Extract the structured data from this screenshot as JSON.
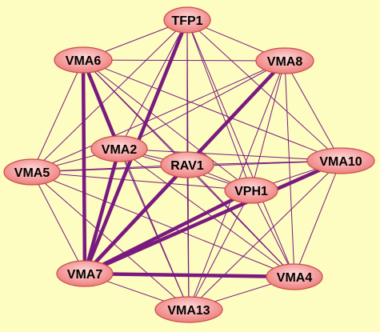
{
  "colors": {
    "background": "#fdfcc1",
    "edge": "#7a1a80",
    "node_fill_light": "#ffd9d9",
    "node_fill_dark": "#ee7d7d",
    "node_stroke": "#cc4b4b",
    "label": "#000000"
  },
  "nodes": [
    {
      "id": "TFP1",
      "label": "TFP1"
    },
    {
      "id": "VMA6",
      "label": "VMA6"
    },
    {
      "id": "VMA8",
      "label": "VMA8"
    },
    {
      "id": "VMA2",
      "label": "VMA2"
    },
    {
      "id": "RAV1",
      "label": "RAV1"
    },
    {
      "id": "VMA10",
      "label": "VMA10"
    },
    {
      "id": "VMA5",
      "label": "VMA5"
    },
    {
      "id": "VPH1",
      "label": "VPH1"
    },
    {
      "id": "VMA7",
      "label": "VMA7"
    },
    {
      "id": "VMA4",
      "label": "VMA4"
    },
    {
      "id": "VMA13",
      "label": "VMA13"
    }
  ],
  "edges": [
    {
      "source": "TFP1",
      "target": "VMA6",
      "weight": "thin"
    },
    {
      "source": "TFP1",
      "target": "VMA8",
      "weight": "thin"
    },
    {
      "source": "TFP1",
      "target": "VMA2",
      "weight": "thin"
    },
    {
      "source": "TFP1",
      "target": "RAV1",
      "weight": "thin"
    },
    {
      "source": "TFP1",
      "target": "VMA10",
      "weight": "thin"
    },
    {
      "source": "TFP1",
      "target": "VMA5",
      "weight": "thin"
    },
    {
      "source": "TFP1",
      "target": "VPH1",
      "weight": "thin"
    },
    {
      "source": "TFP1",
      "target": "VMA7",
      "weight": "thick"
    },
    {
      "source": "TFP1",
      "target": "VMA4",
      "weight": "thin"
    },
    {
      "source": "TFP1",
      "target": "VMA13",
      "weight": "thin"
    },
    {
      "source": "VMA6",
      "target": "VMA8",
      "weight": "thin"
    },
    {
      "source": "VMA6",
      "target": "VMA2",
      "weight": "thick"
    },
    {
      "source": "VMA6",
      "target": "RAV1",
      "weight": "thin"
    },
    {
      "source": "VMA6",
      "target": "VMA10",
      "weight": "thin"
    },
    {
      "source": "VMA6",
      "target": "VMA5",
      "weight": "thin"
    },
    {
      "source": "VMA6",
      "target": "VPH1",
      "weight": "thin"
    },
    {
      "source": "VMA6",
      "target": "VMA7",
      "weight": "thick"
    },
    {
      "source": "VMA6",
      "target": "VMA4",
      "weight": "thin"
    },
    {
      "source": "VMA6",
      "target": "VMA13",
      "weight": "thin"
    },
    {
      "source": "VMA8",
      "target": "VMA2",
      "weight": "thin"
    },
    {
      "source": "VMA8",
      "target": "RAV1",
      "weight": "thin"
    },
    {
      "source": "VMA8",
      "target": "VMA10",
      "weight": "thin"
    },
    {
      "source": "VMA8",
      "target": "VMA5",
      "weight": "thin"
    },
    {
      "source": "VMA8",
      "target": "VPH1",
      "weight": "thin"
    },
    {
      "source": "VMA8",
      "target": "VMA7",
      "weight": "thick"
    },
    {
      "source": "VMA8",
      "target": "VMA4",
      "weight": "thin"
    },
    {
      "source": "VMA8",
      "target": "VMA13",
      "weight": "thin"
    },
    {
      "source": "VMA2",
      "target": "RAV1",
      "weight": "thin"
    },
    {
      "source": "VMA2",
      "target": "VMA10",
      "weight": "thin"
    },
    {
      "source": "VMA2",
      "target": "VMA5",
      "weight": "thin"
    },
    {
      "source": "VMA2",
      "target": "VPH1",
      "weight": "thin"
    },
    {
      "source": "VMA2",
      "target": "VMA7",
      "weight": "thick"
    },
    {
      "source": "VMA2",
      "target": "VMA4",
      "weight": "thin"
    },
    {
      "source": "VMA2",
      "target": "VMA13",
      "weight": "thin"
    },
    {
      "source": "RAV1",
      "target": "VMA10",
      "weight": "thin"
    },
    {
      "source": "RAV1",
      "target": "VMA5",
      "weight": "thin"
    },
    {
      "source": "RAV1",
      "target": "VPH1",
      "weight": "thin"
    },
    {
      "source": "RAV1",
      "target": "VMA7",
      "weight": "thick"
    },
    {
      "source": "RAV1",
      "target": "VMA4",
      "weight": "thin"
    },
    {
      "source": "RAV1",
      "target": "VMA13",
      "weight": "thin"
    },
    {
      "source": "VMA10",
      "target": "VMA5",
      "weight": "thin"
    },
    {
      "source": "VMA10",
      "target": "VPH1",
      "weight": "thin"
    },
    {
      "source": "VMA10",
      "target": "VMA7",
      "weight": "thick"
    },
    {
      "source": "VMA10",
      "target": "VMA4",
      "weight": "thin"
    },
    {
      "source": "VMA10",
      "target": "VMA13",
      "weight": "thin"
    },
    {
      "source": "VMA5",
      "target": "VPH1",
      "weight": "thin"
    },
    {
      "source": "VMA5",
      "target": "VMA7",
      "weight": "thin"
    },
    {
      "source": "VMA5",
      "target": "VMA4",
      "weight": "thin"
    },
    {
      "source": "VMA5",
      "target": "VMA13",
      "weight": "thin"
    },
    {
      "source": "VPH1",
      "target": "VMA7",
      "weight": "thick"
    },
    {
      "source": "VPH1",
      "target": "VMA4",
      "weight": "thin"
    },
    {
      "source": "VPH1",
      "target": "VMA13",
      "weight": "thin"
    },
    {
      "source": "VMA7",
      "target": "VMA4",
      "weight": "thick"
    },
    {
      "source": "VMA7",
      "target": "VMA13",
      "weight": "thin"
    },
    {
      "source": "VMA4",
      "target": "VMA13",
      "weight": "thin"
    }
  ]
}
